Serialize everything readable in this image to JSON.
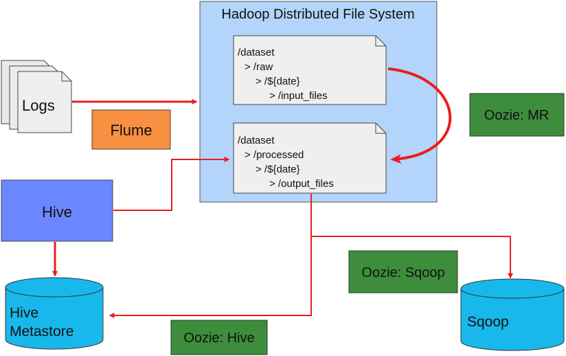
{
  "hdfs": {
    "title": "Hadoop Distributed File System",
    "raw_lines": [
      "/dataset",
      "> /raw",
      "> /${date}",
      "> /input_files"
    ],
    "processed_lines": [
      "/dataset",
      "> /processed",
      "> /${date}",
      "> /output_files"
    ]
  },
  "logs": {
    "label": "Logs"
  },
  "flume": {
    "label": "Flume"
  },
  "hive": {
    "label": "Hive"
  },
  "metastore": {
    "line1": "Hive",
    "line2": "Metastore"
  },
  "sqoop": {
    "label": "Sqoop"
  },
  "oozie_mr": {
    "label": "Oozie: MR"
  },
  "oozie_sqoop": {
    "label": "Oozie: Sqoop"
  },
  "oozie_hive": {
    "label": "Oozie: Hive"
  },
  "colors": {
    "hdfs_fill": "#b3d4fb",
    "flume": "#f98f40",
    "hive": "#6b87ff",
    "oozie": "#3d8d3c",
    "cylinder": "#18b8ec",
    "arrow": "#e81e1e",
    "doc": "#efefef"
  }
}
